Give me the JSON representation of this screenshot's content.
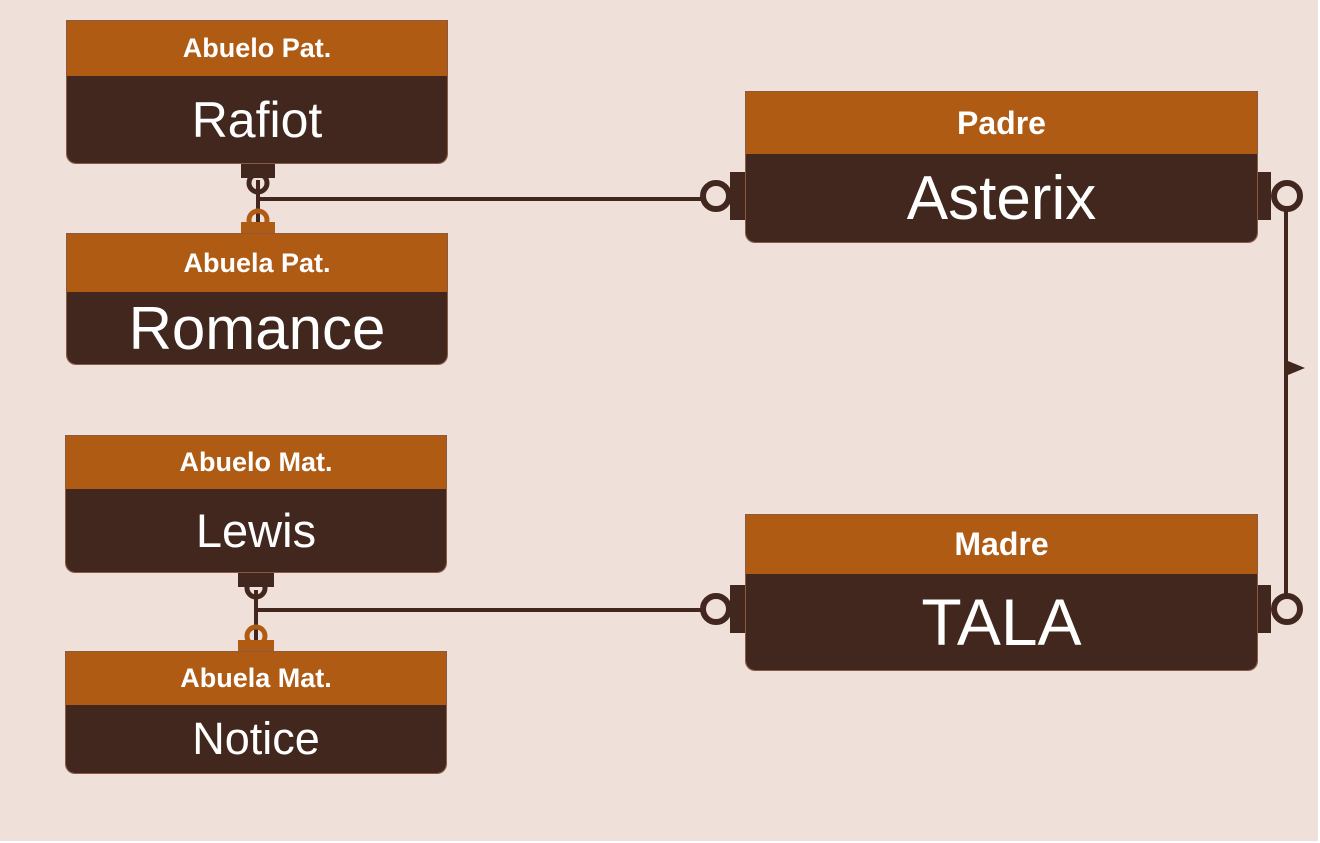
{
  "colors": {
    "background": "#efe0d9",
    "header": "#b05b14",
    "body": "#41271d",
    "connector": "#41271d",
    "text": "#ffffff"
  },
  "entities": {
    "abuelo_pat": {
      "role": "Abuelo Pat.",
      "name": "Rafiot"
    },
    "abuela_pat": {
      "role": "Abuela Pat.",
      "name": "Romance"
    },
    "abuelo_mat": {
      "role": "Abuelo Mat.",
      "name": "Lewis"
    },
    "abuela_mat": {
      "role": "Abuela Mat.",
      "name": "Notice"
    },
    "padre": {
      "role": "Padre",
      "name": "Asterix"
    },
    "madre": {
      "role": "Madre",
      "name": "TALA"
    }
  }
}
